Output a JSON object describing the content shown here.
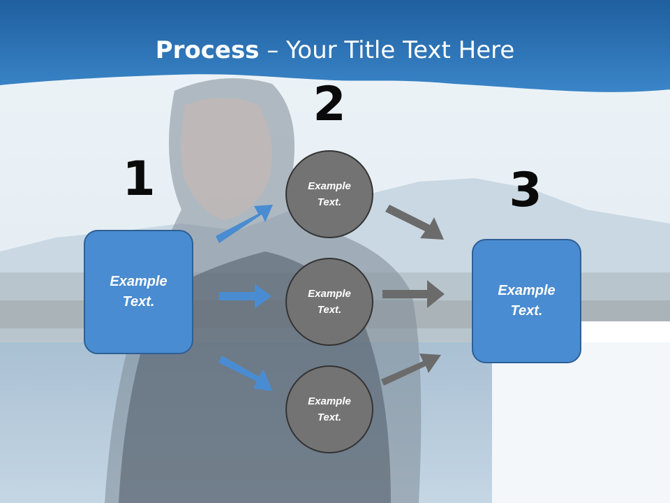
{
  "title": {
    "bold": "Process",
    "rest": " – Your Title Text Here"
  },
  "steps": {
    "one": "1",
    "two": "2",
    "three": "3"
  },
  "boxes": {
    "left": "Example Text.",
    "right": "Example Text."
  },
  "circles": {
    "top": "Example Text.",
    "middle": "Example Text.",
    "bottom": "Example Text."
  },
  "colors": {
    "header": "#2f75b8",
    "box_fill": "#4a8cd1",
    "circle_fill": "#737373",
    "blue_arrow": "#4a8cd1",
    "gray_arrow": "#6b6b6b"
  }
}
